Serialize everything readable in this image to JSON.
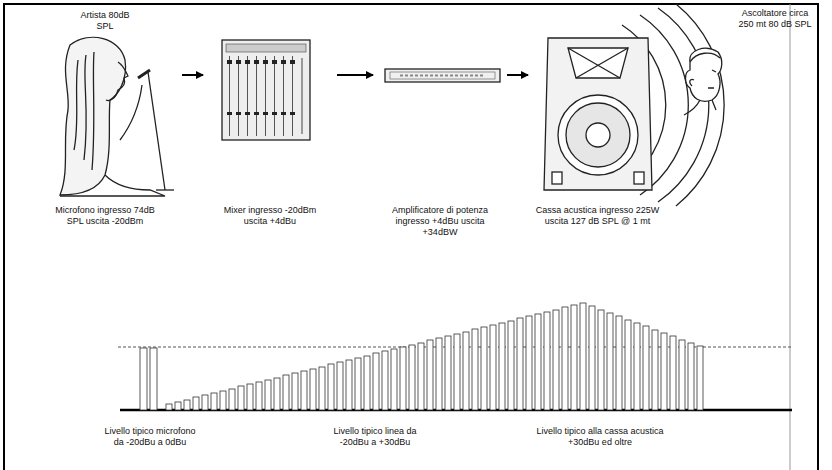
{
  "diagram": {
    "nodes": [
      {
        "text": [
          "Artista 80dB SPL",
          "Microfono ingresso 74dB SPL uscita -20dBm"
        ]
      },
      {
        "text": [
          "Mixer ingresso -20dBm uscita +4dBu"
        ]
      },
      {
        "text": [
          "Amplificatore di potenza ingresso +4dBu uscita +34dBW"
        ]
      },
      {
        "text": [
          "Cassa acustica ingresso 225W uscita 127 dB SPL @ 1 mt"
        ]
      },
      {
        "text": [
          "Ascoltatore circa 250 mt 80 dB SPL"
        ]
      }
    ],
    "edges": [
      {
        "from": 0,
        "to": 1,
        "arrow": "to"
      },
      {
        "from": 1,
        "to": 2,
        "arrow": "to"
      },
      {
        "from": 2,
        "to": 3,
        "arrow": "to"
      }
    ],
    "labels": [
      "Livello tipico microfono da -20dBu a 0dBu",
      "Livello tipico linea da -20dBu a +30dBu",
      "Livello tipico alla cassa acustica +30dBu ed oltre"
    ]
  }
}
